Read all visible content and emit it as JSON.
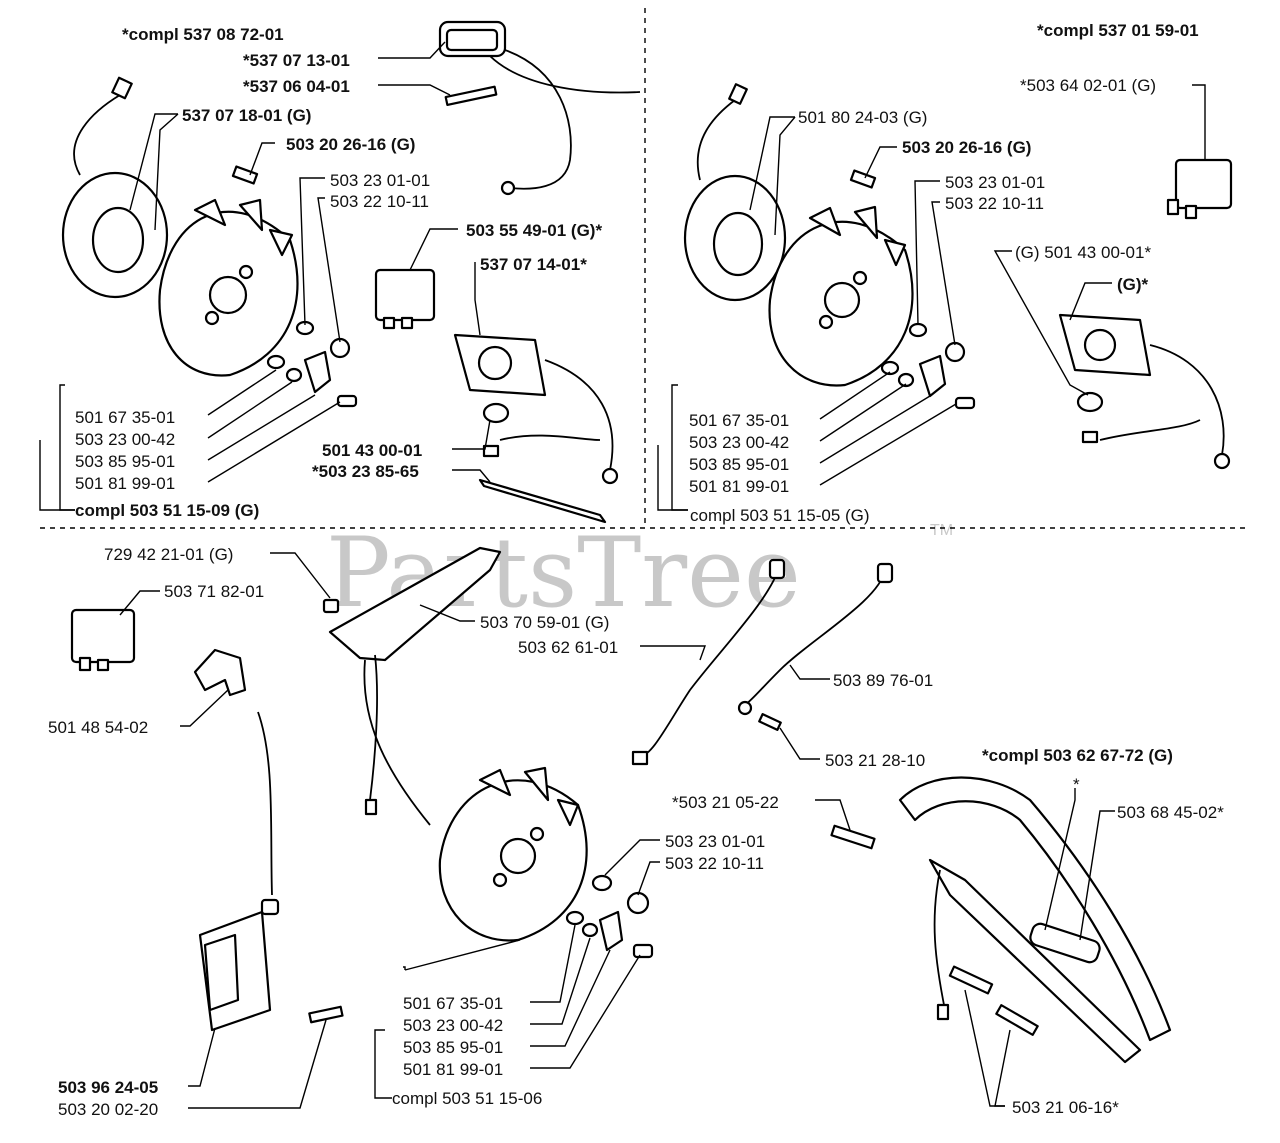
{
  "watermark": {
    "text": "PartsTree",
    "tm": "TM"
  },
  "labels": {
    "compl_537_08_72": "*compl 537 08 72-01",
    "p537_07_13": "*537 07 13-01",
    "p537_06_04": "*537 06 04-01",
    "p537_07_18": "537 07 18-01 (G)",
    "p503_20_26_a": "503 20 26-16 (G)",
    "p503_23_01_a": "503 23 01-01",
    "p503_22_10_a": "503 22 10-11",
    "p503_55_49": "503 55 49-01 (G)*",
    "p537_07_14": "537 07 14-01*",
    "p501_67_35_a": "501 67 35-01",
    "p503_23_00_a": "503 23 00-42",
    "p503_85_95_a": "503 85 95-01",
    "p501_81_99_a": "501 81 99-01",
    "compl_503_51_15_09": "compl 503 51 15-09 (G)",
    "p501_43_00_a": "501 43 00-01",
    "p503_23_85": "*503 23 85-65",
    "compl_537_01_59": "*compl 537 01 59-01",
    "p503_64_02": "*503 64 02-01 (G)",
    "p501_80_24": "501 80 24-03 (G)",
    "p503_20_26_b": "503 20 26-16 (G)",
    "p503_23_01_b": "503 23 01-01",
    "p503_22_10_b": "503 22 10-11",
    "p501_43_00_b": "(G) 501 43 00-01*",
    "g_star": "(G)*",
    "p501_67_35_b": "501 67 35-01",
    "p503_23_00_b": "503 23 00-42",
    "p503_85_95_b": "503 85 95-01",
    "p501_81_99_b": "501 81 99-01",
    "compl_503_51_15_05": "compl 503 51 15-05 (G)",
    "p729_42_21": "729 42 21-01 (G)",
    "p503_71_82": "503 71 82-01",
    "p503_70_59": "503 70 59-01 (G)",
    "p503_62_61": "503 62 61-01",
    "p503_89_76": "503 89 76-01",
    "p501_48_54": "501 48 54-02",
    "p503_21_28": "503 21 28-10",
    "compl_503_62_67": "*compl 503 62 67-72 (G)",
    "p503_21_05": "*503 21 05-22",
    "star": "*",
    "p503_68_45": "503 68 45-02*",
    "p503_23_01_c": "503 23 01-01",
    "p503_22_10_c": "503 22 10-11",
    "p501_67_35_c": "501 67 35-01",
    "p503_23_00_c": "503 23 00-42",
    "p503_85_95_c": "503 85 95-01",
    "p501_81_99_c": "501 81 99-01",
    "compl_503_51_15_06": "compl 503 51 15-06",
    "p503_96_24": "503 96 24-05",
    "p503_20_02": "503 20 02-20",
    "p503_21_06": "503 21 06-16*"
  }
}
